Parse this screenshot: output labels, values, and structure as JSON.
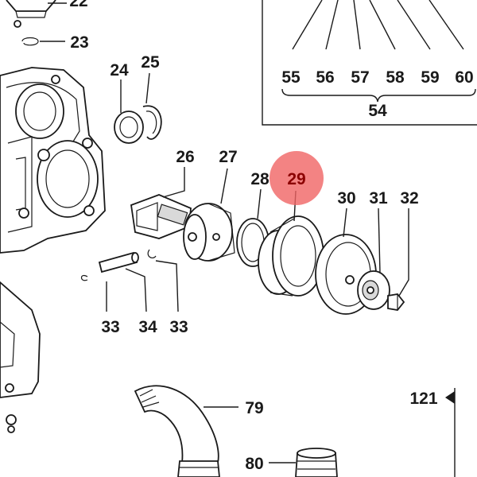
{
  "callouts": {
    "c22": "22",
    "c23": "23",
    "c24": "24",
    "c25": "25",
    "c26": "26",
    "c27": "27",
    "c28": "28",
    "c29": "29",
    "c30": "30",
    "c31": "31",
    "c32": "32",
    "c33a": "33",
    "c34": "34",
    "c33b": "33",
    "c55": "55",
    "c56": "56",
    "c57": "57",
    "c58": "58",
    "c59": "59",
    "c60": "60",
    "c54": "54",
    "c79": "79",
    "c80": "80",
    "c121": "121"
  },
  "highlight": {
    "color": "#f06464",
    "part": "29"
  }
}
